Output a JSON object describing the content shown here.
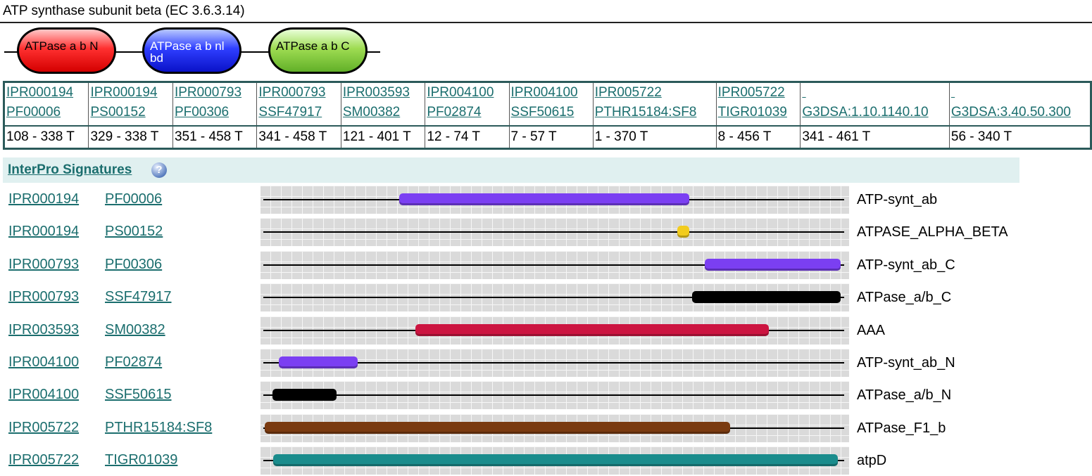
{
  "title": "ATP synthase subunit beta (EC 3.6.3.14)",
  "domains": [
    {
      "label": "ATPase a b N",
      "color": "#ff3030"
    },
    {
      "label": "ATPase a b nl\nbd",
      "color": "#2f3fff"
    },
    {
      "label": "ATPase a b C",
      "color": "#9edc52"
    }
  ],
  "match_table": {
    "columns": [
      {
        "ids": [
          "IPR000194",
          "PF00006"
        ],
        "range": "108 - 338 T"
      },
      {
        "ids": [
          "IPR000194",
          "PS00152"
        ],
        "range": "329 - 338 T"
      },
      {
        "ids": [
          "IPR000793",
          "PF00306"
        ],
        "range": "351 - 458 T"
      },
      {
        "ids": [
          "IPR000793",
          "SSF47917"
        ],
        "range": "341 - 458 T"
      },
      {
        "ids": [
          "IPR003593",
          "SM00382"
        ],
        "range": "121 - 401 T"
      },
      {
        "ids": [
          "IPR004100",
          "PF02874"
        ],
        "range": "12 - 74 T"
      },
      {
        "ids": [
          "IPR004100",
          "SSF50615"
        ],
        "range": "7 - 57 T"
      },
      {
        "ids": [
          "IPR005722",
          "PTHR15184:SF8"
        ],
        "range": "1 - 370 T"
      },
      {
        "ids": [
          "IPR005722",
          "TIGR01039"
        ],
        "range": "8 - 456 T"
      },
      {
        "ids": [
          "",
          "G3DSA:1.10.1140.10"
        ],
        "range": "341 - 461 T"
      },
      {
        "ids": [
          "",
          "G3DSA:3.40.50.300"
        ],
        "range": "56 - 340 T"
      }
    ]
  },
  "signatures_header": {
    "title": "InterPro Signatures",
    "help_icon": "help-icon"
  },
  "signatures": [
    {
      "interpro": "IPR000194",
      "member": "PF00006",
      "name": "ATP-synt_ab",
      "start": 108,
      "end": 338,
      "color": "#7b3ff2"
    },
    {
      "interpro": "IPR000194",
      "member": "PS00152",
      "name": "ATPASE_ALPHA_BETA",
      "start": 329,
      "end": 338,
      "color": "#f2cc1e"
    },
    {
      "interpro": "IPR000793",
      "member": "PF00306",
      "name": "ATP-synt_ab_C",
      "start": 351,
      "end": 458,
      "color": "#7b3ff2"
    },
    {
      "interpro": "IPR000793",
      "member": "SSF47917",
      "name": "ATPase_a/b_C",
      "start": 341,
      "end": 458,
      "color": "#000000"
    },
    {
      "interpro": "IPR003593",
      "member": "SM00382",
      "name": "AAA",
      "start": 121,
      "end": 401,
      "color": "#cc1440"
    },
    {
      "interpro": "IPR004100",
      "member": "PF02874",
      "name": "ATP-synt_ab_N",
      "start": 12,
      "end": 74,
      "color": "#7b3ff2"
    },
    {
      "interpro": "IPR004100",
      "member": "SSF50615",
      "name": "ATPase_a/b_N",
      "start": 7,
      "end": 57,
      "color": "#000000"
    },
    {
      "interpro": "IPR005722",
      "member": "PTHR15184:SF8",
      "name": "ATPase_F1_b",
      "start": 1,
      "end": 370,
      "color": "#7a3a10"
    },
    {
      "interpro": "IPR005722",
      "member": "TIGR01039",
      "name": "atpD",
      "start": 8,
      "end": 456,
      "color": "#1a8c8c"
    }
  ]
}
